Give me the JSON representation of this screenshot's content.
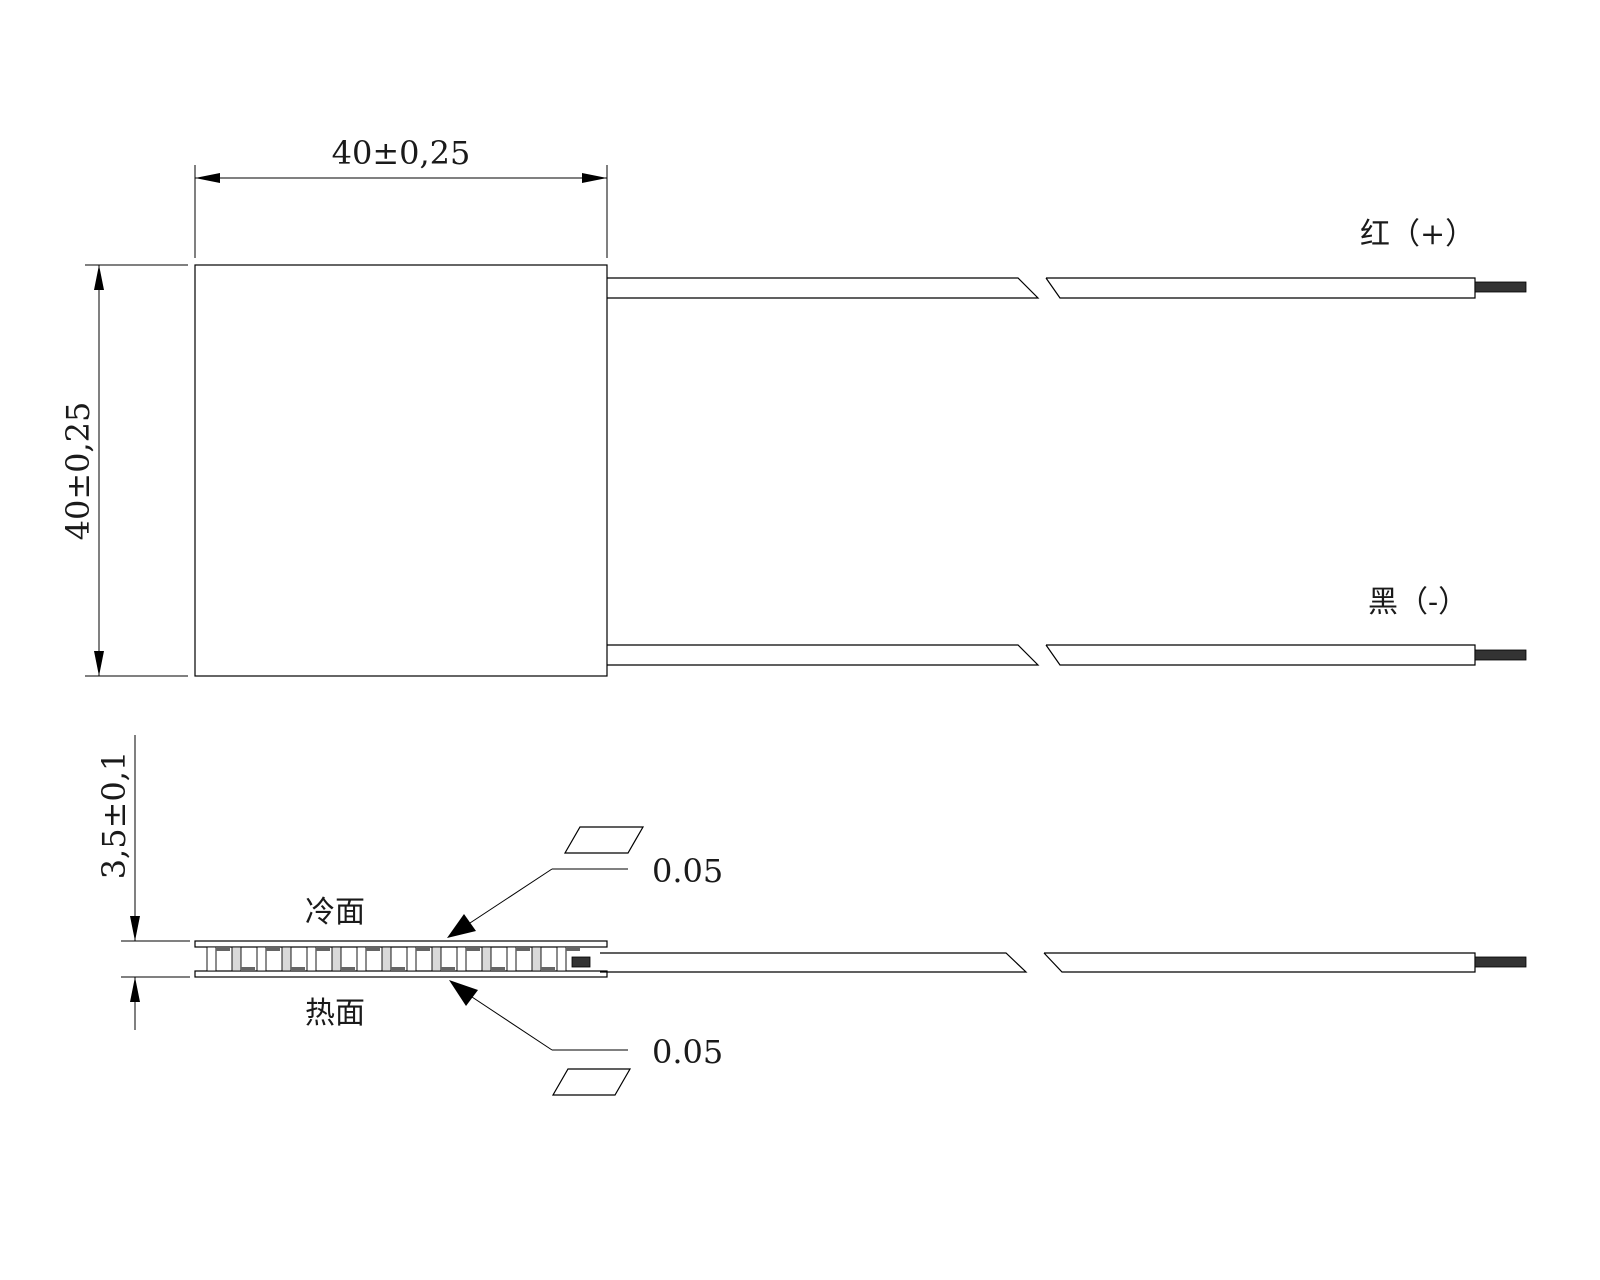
{
  "top_view": {
    "width_dimension": "40±0,25",
    "height_dimension": "40±0,25",
    "wire_positive_label": "红（+）",
    "wire_negative_label": "黑（-）"
  },
  "side_view": {
    "thickness_dimension": "3,5±0,1",
    "cold_side_label": "冷面",
    "hot_side_label": "热面",
    "flatness_top_value": "0.05",
    "flatness_bottom_value": "0.05"
  },
  "colors": {
    "line": "#000000",
    "lead_tip": "#333333",
    "background": "#ffffff"
  }
}
